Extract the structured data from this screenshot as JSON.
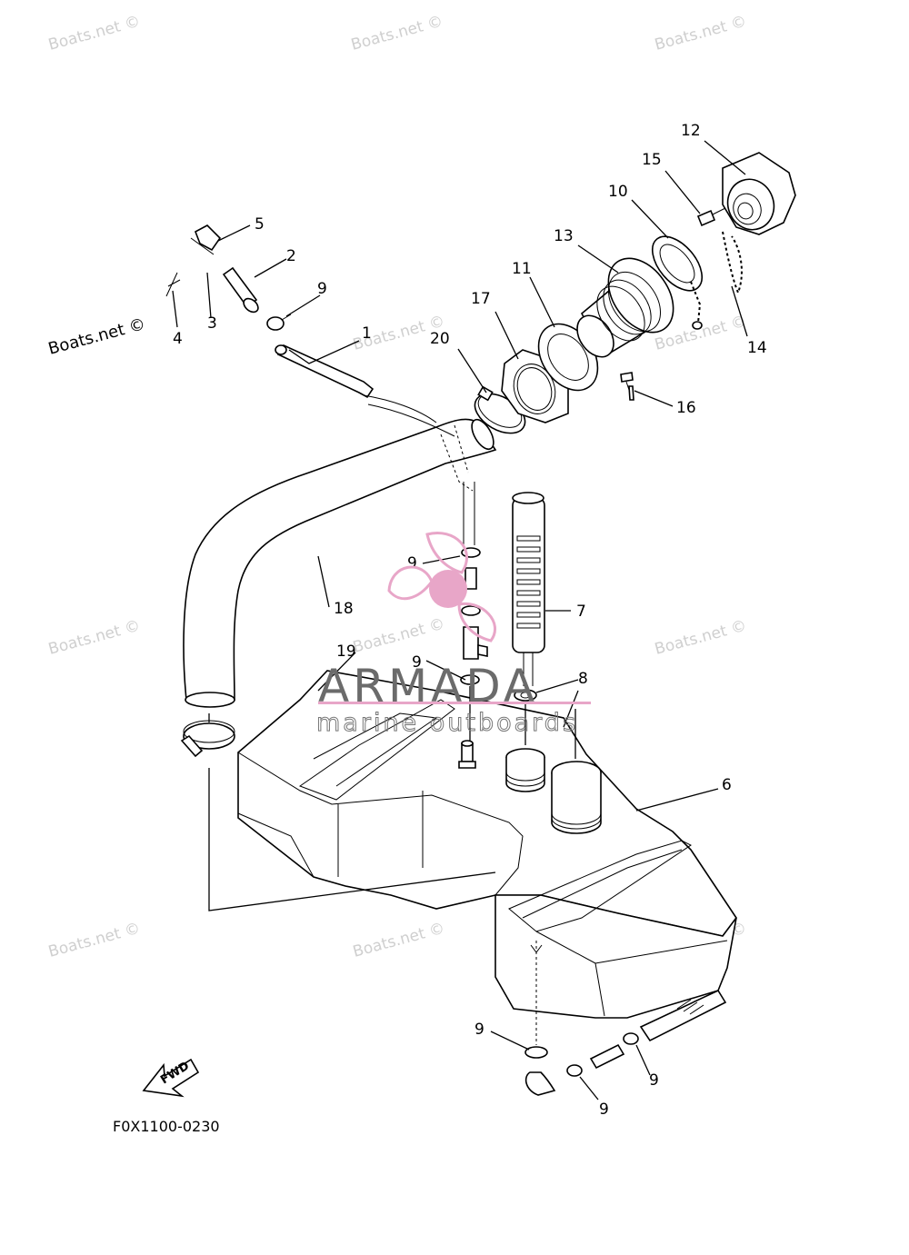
{
  "diagram": {
    "code": "F0X1100-0230",
    "fwd_label": "FWD",
    "part_labels": [
      "1",
      "2",
      "3",
      "4",
      "5",
      "6",
      "7",
      "8",
      "9",
      "10",
      "11",
      "12",
      "13",
      "14",
      "15",
      "16",
      "17",
      "18",
      "19",
      "20"
    ],
    "repeat_labels": {
      "nine": "9"
    }
  },
  "watermark": {
    "text": "Boats.net ©"
  },
  "brand": {
    "name": "ARMADA",
    "tagline": "marine outboards",
    "logo_color": "#e8a6c8",
    "text_color": "#6b6b6b"
  }
}
